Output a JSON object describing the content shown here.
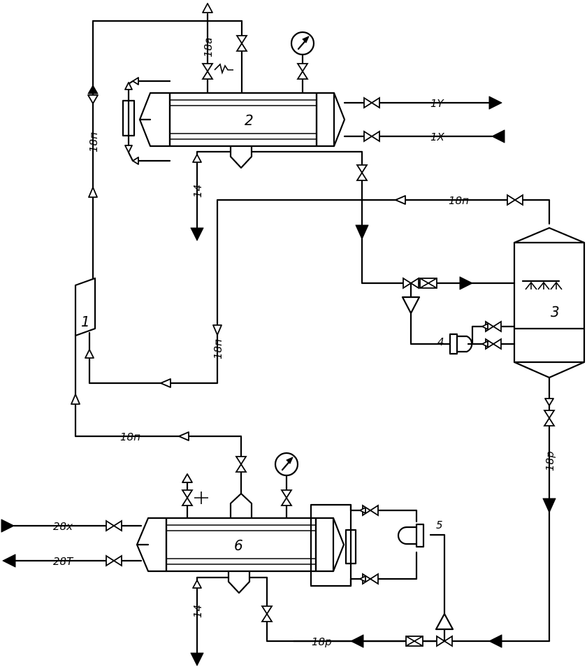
{
  "equipment": [
    {
      "key": "compressor",
      "label": "1"
    },
    {
      "key": "heat_exchanger_top",
      "label": "2"
    },
    {
      "key": "separator_vessel",
      "label": "3"
    },
    {
      "key": "pump_upper",
      "label": "4"
    },
    {
      "key": "pump_lower",
      "label": "5"
    },
    {
      "key": "heat_exchanger_bottom",
      "label": "6"
    }
  ],
  "stream_labels": {
    "vent_18a": "18а",
    "steam_18p_left": "18п",
    "condensate_14_top": "14",
    "steam_18p_right": "18п",
    "water_1Y": "1Y",
    "water_1X": "1X",
    "steam_18p_middle": "18п",
    "liquid_18r_right": "18р",
    "steam_18p_bottom": "18п",
    "water_28x": "28х",
    "water_28T": "28Т",
    "condensate_14_bottom": "14",
    "liquid_18r_bottom": "18р"
  }
}
